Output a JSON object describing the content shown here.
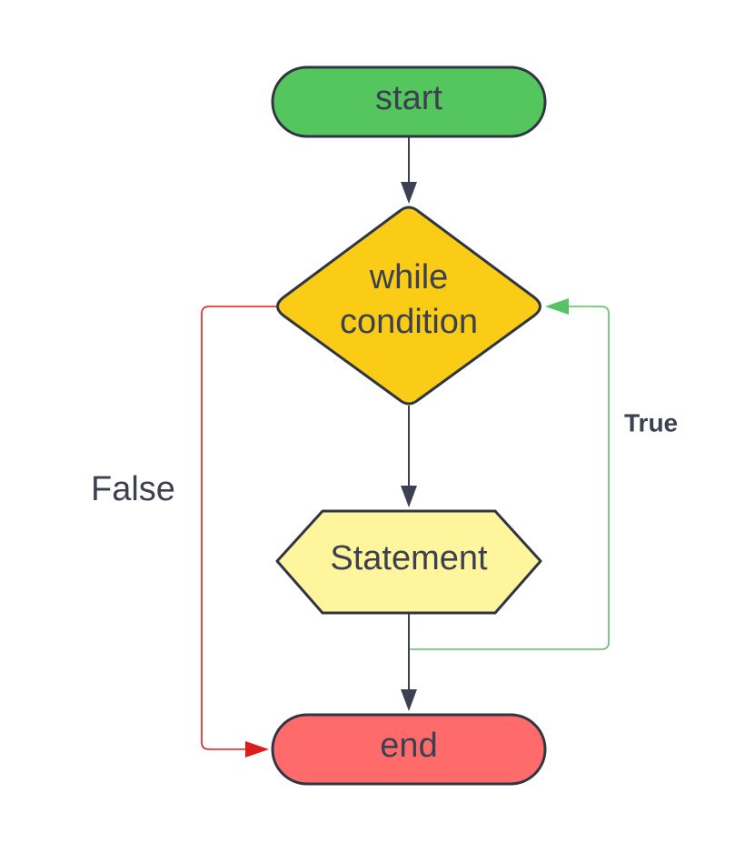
{
  "diagram": {
    "nodes": {
      "start": {
        "label": "start",
        "shape": "terminator",
        "color": "#55c65e"
      },
      "condition": {
        "label_lines": [
          "while",
          "condition"
        ],
        "shape": "decision",
        "color": "#facc15"
      },
      "statement": {
        "label": "Statement",
        "shape": "hexagon",
        "color": "#fef59c"
      },
      "end": {
        "label": "end",
        "shape": "terminator",
        "color": "#ff6b6b"
      }
    },
    "edges": {
      "false_label": "False",
      "true_label": "True",
      "false_color": "#dd1c1c",
      "true_color": "#58c265",
      "default_color": "#3b4150"
    }
  }
}
